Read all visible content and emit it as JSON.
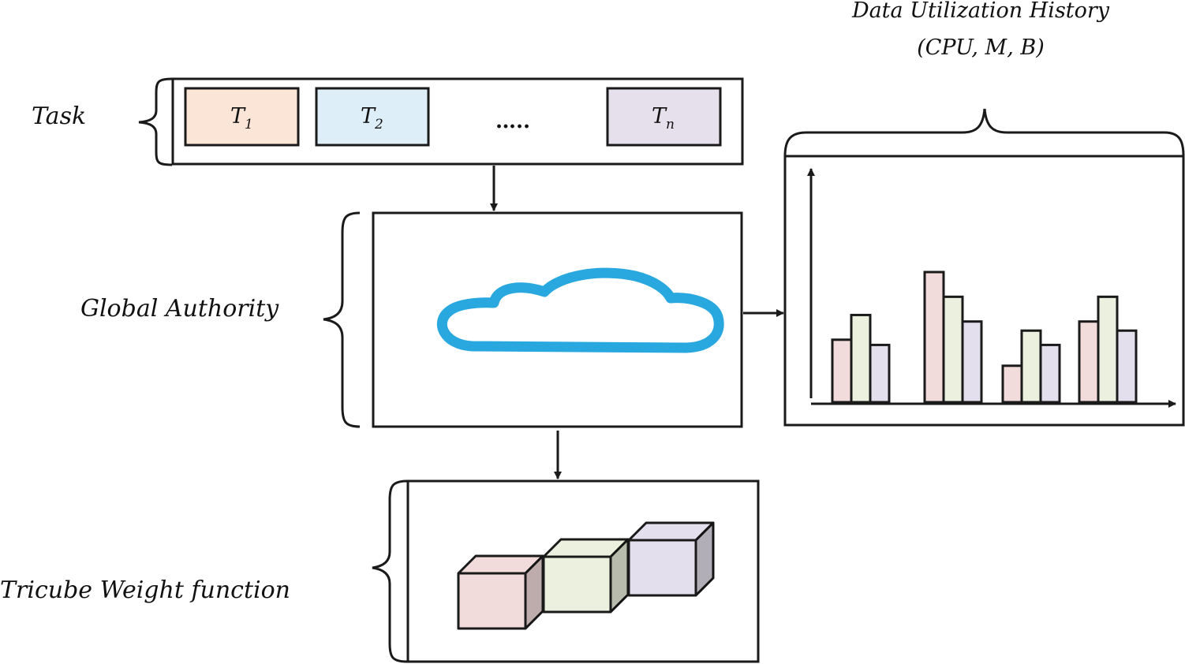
{
  "labels": {
    "task": "Task",
    "global_authority": "Global Authority",
    "tricube": "Tricube Weight function",
    "history_title": "Data Utilization History",
    "history_subtitle": "(CPU, M, B)"
  },
  "tasks": [
    {
      "main": "T",
      "sub": "1",
      "color": "#fbe5d6"
    },
    {
      "main": "T",
      "sub": "2",
      "color": "#ddeef8"
    },
    {
      "main": "T",
      "sub": "n",
      "color": "#e6e0ec"
    }
  ],
  "task_ellipsis": "…..",
  "icons": {
    "cloud": "cloud-icon",
    "cubes": "cube-icon"
  },
  "colors": {
    "pink": "#f2dcdb",
    "green": "#ebf1de",
    "purple": "#e4dfec",
    "cloud": "#29a8e0",
    "stroke": "#1a1a1a"
  },
  "chart_data": {
    "type": "bar",
    "groups": [
      [
        0.48,
        0.67,
        0.44
      ],
      [
        1.0,
        0.81,
        0.62
      ],
      [
        0.28,
        0.55,
        0.44
      ],
      [
        0.62,
        0.81,
        0.55
      ]
    ],
    "series_colors": [
      "#f2dcdb",
      "#ebf1de",
      "#e4dfec"
    ],
    "ylim": [
      0,
      1
    ]
  },
  "cubes": [
    {
      "color": "#f2dcdb"
    },
    {
      "color": "#ebf1de"
    },
    {
      "color": "#e4dfec"
    }
  ]
}
